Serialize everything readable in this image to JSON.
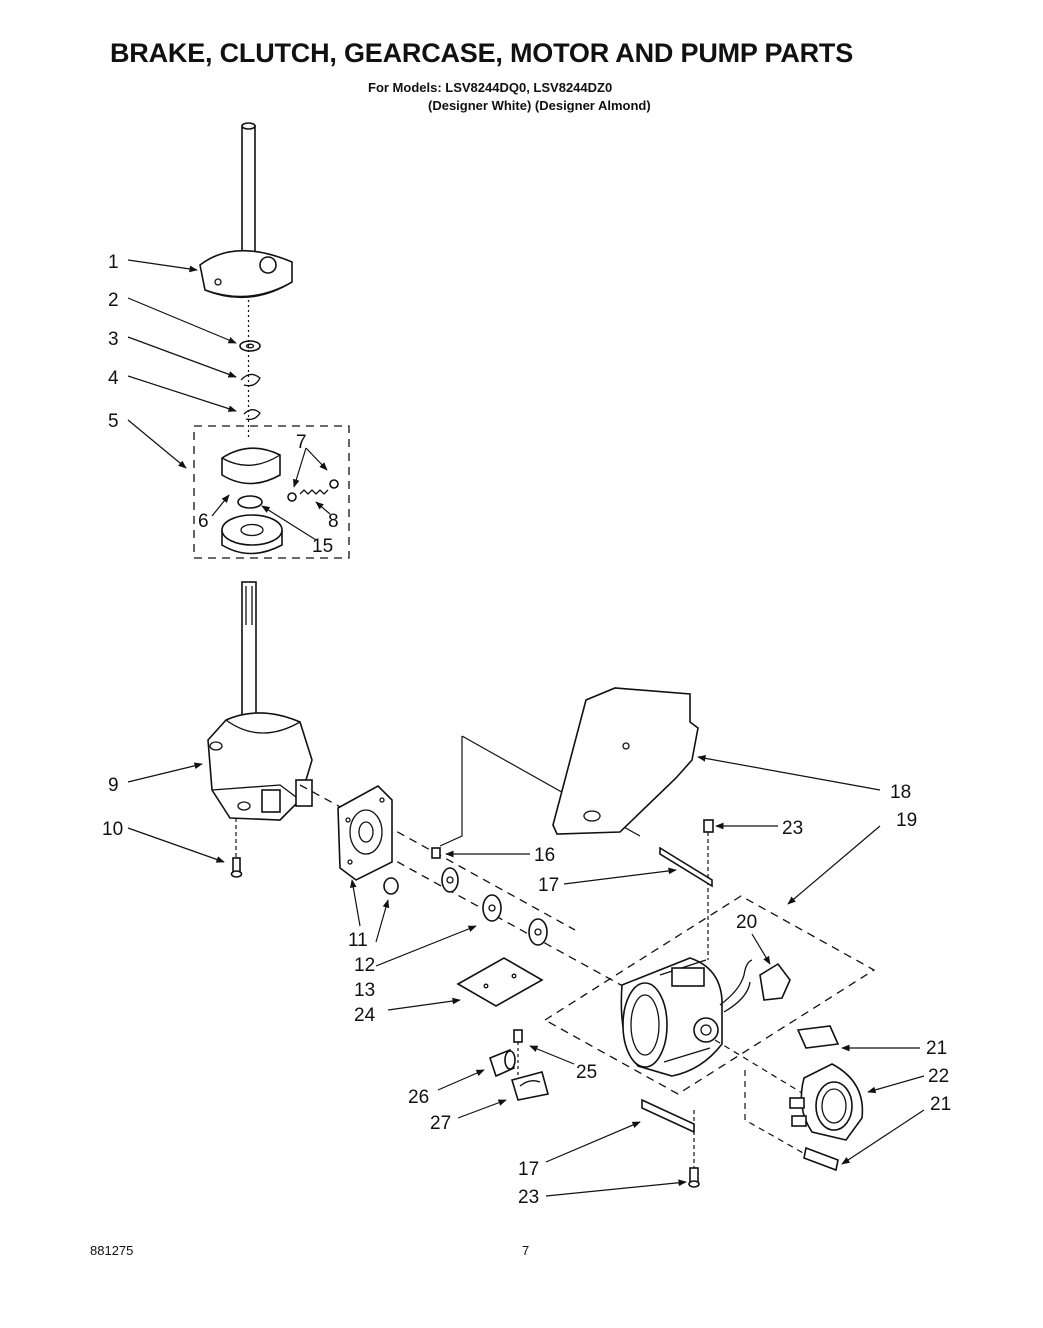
{
  "header": {
    "title": "BRAKE, CLUTCH, GEARCASE, MOTOR AND PUMP PARTS",
    "models": "For Models: LSV8244DQ0,  LSV8244DZ0",
    "variants": "(Designer White) (Designer Almond)"
  },
  "callouts": [
    "1",
    "2",
    "3",
    "4",
    "5",
    "6",
    "7",
    "8",
    "15",
    "9",
    "10",
    "11",
    "12",
    "13",
    "24",
    "16",
    "17",
    "18",
    "23",
    "19",
    "20",
    "21",
    "22",
    "21",
    "25",
    "26",
    "27",
    "17",
    "23"
  ],
  "footer": {
    "code": "881275",
    "page": "7"
  }
}
